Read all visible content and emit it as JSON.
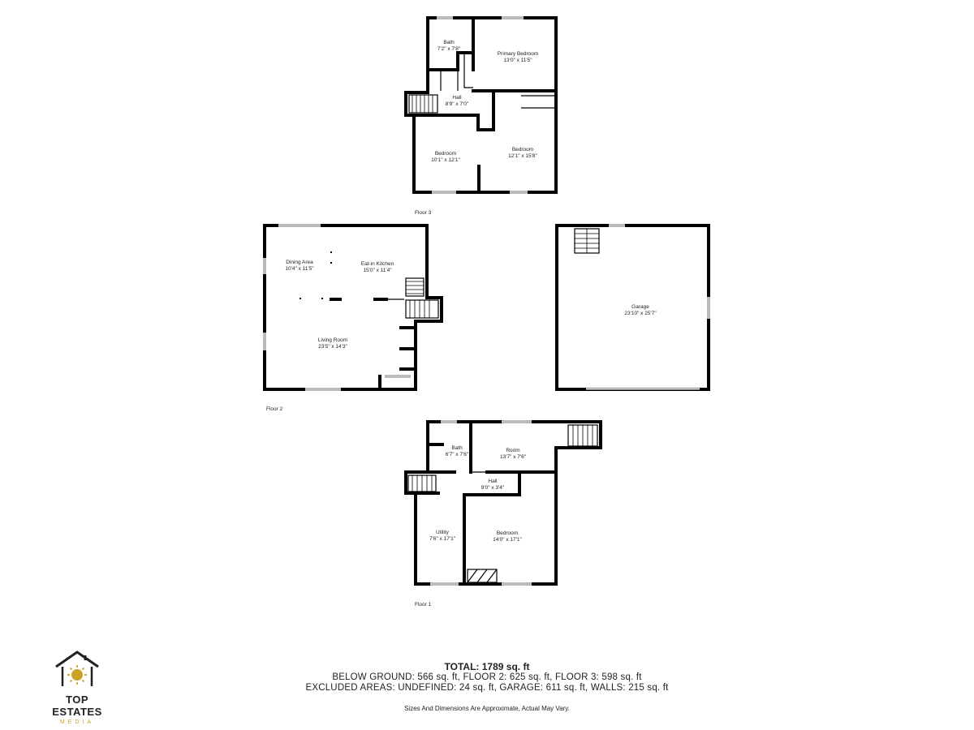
{
  "floors": [
    {
      "key": "floor3",
      "label": "Floor 3"
    },
    {
      "key": "floor2",
      "label": "Floor 2"
    },
    {
      "key": "floor1",
      "label": "Floor 1"
    }
  ],
  "rooms": {
    "f3_bath": {
      "name": "Bath",
      "dims": "7'2\" x 7'8\""
    },
    "f3_primary": {
      "name": "Primary Bedroom",
      "dims": "13'0\" x 11'5\""
    },
    "f3_hall": {
      "name": "Hall",
      "dims": "8'9\" x 7'0\""
    },
    "f3_bed1": {
      "name": "Bedroom",
      "dims": "10'1\" x 12'1\""
    },
    "f3_bed2": {
      "name": "Bedroom",
      "dims": "12'1\" x 15'8\""
    },
    "f2_dining": {
      "name": "Dining Area",
      "dims": "10'4\" x 11'5\""
    },
    "f2_kitchen": {
      "name": "Eat-in Kitchen",
      "dims": "15'0\" x 11'4\""
    },
    "f2_living": {
      "name": "Living Room",
      "dims": "23'5\" x 14'3\""
    },
    "garage": {
      "name": "Garage",
      "dims": "23'10\" x 25'7\""
    },
    "f1_bath": {
      "name": "Bath",
      "dims": "6'7\" x 7'6\""
    },
    "f1_room": {
      "name": "Room",
      "dims": "13'7\" x 7'6\""
    },
    "f1_hall": {
      "name": "Hall",
      "dims": "9'0\" x 3'4\""
    },
    "f1_utility": {
      "name": "Utility",
      "dims": "7'6\" x 17'1\""
    },
    "f1_bedroom": {
      "name": "Bedroom",
      "dims": "14'0\" x 17'1\""
    }
  },
  "summary": {
    "total": "TOTAL: 1789 sq. ft",
    "line2": "BELOW GROUND: 566 sq. ft, FLOOR 2: 625 sq. ft, FLOOR 3: 598 sq. ft",
    "line3": "EXCLUDED AREAS: UNDEFINED: 24 sq. ft, GARAGE: 611 sq. ft, WALLS: 215 sq. ft",
    "disclaimer": "Sizes And Dimensions Are Approximate, Actual May Vary."
  },
  "logo": {
    "name": "TOP ESTATES",
    "sub": "MEDIA",
    "icon": "house-sun-icon",
    "accent": "#c9a227"
  }
}
